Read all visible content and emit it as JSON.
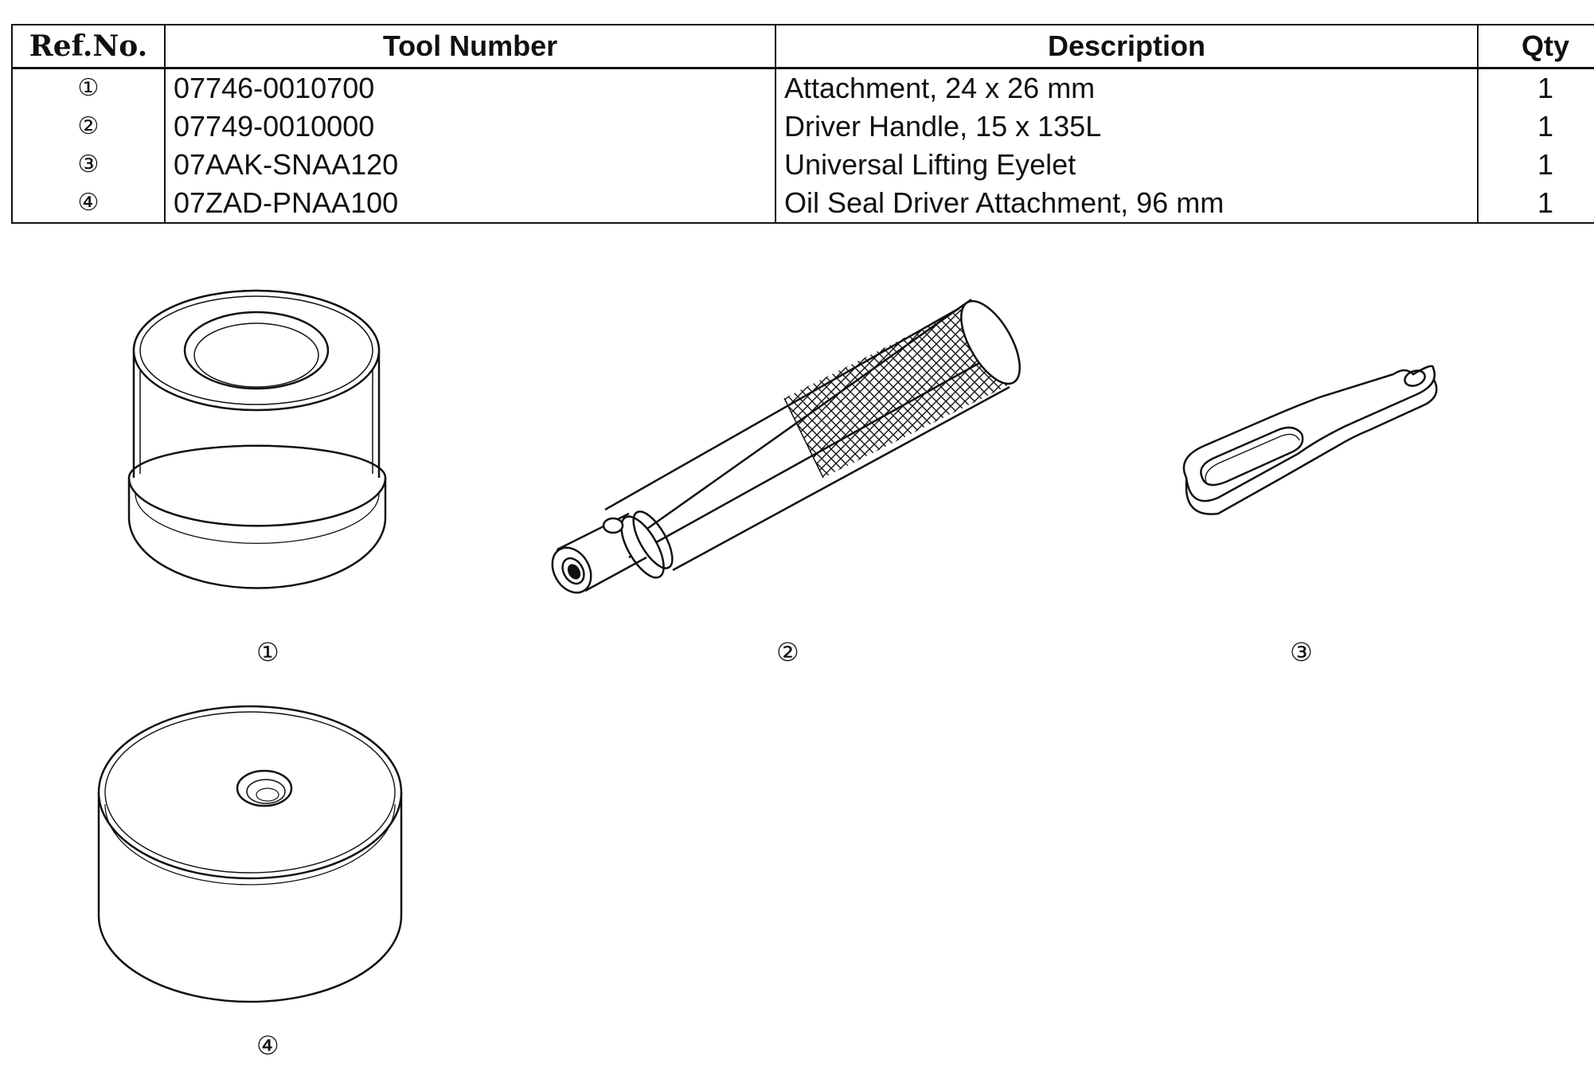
{
  "table": {
    "headers": {
      "ref": "Ref.No.",
      "tool": "Tool Number",
      "desc": "Description",
      "qty": "Qty"
    },
    "rows": [
      {
        "ref": "①",
        "tool": "07746-0010700",
        "desc": "Attachment, 24 x 26 mm",
        "qty": "1"
      },
      {
        "ref": "②",
        "tool": "07749-0010000",
        "desc": "Driver Handle, 15 x 135L",
        "qty": "1"
      },
      {
        "ref": "③",
        "tool": "07AAK-SNAA120",
        "desc": "Universal Lifting Eyelet",
        "qty": "1"
      },
      {
        "ref": "④",
        "tool": "07ZAD-PNAA100",
        "desc": "Oil Seal Driver Attachment, 96 mm",
        "qty": "1"
      }
    ]
  },
  "callouts": {
    "attachment": "①",
    "driver_handle": "②",
    "lifting_eyelet": "③",
    "seal_driver": "④"
  }
}
